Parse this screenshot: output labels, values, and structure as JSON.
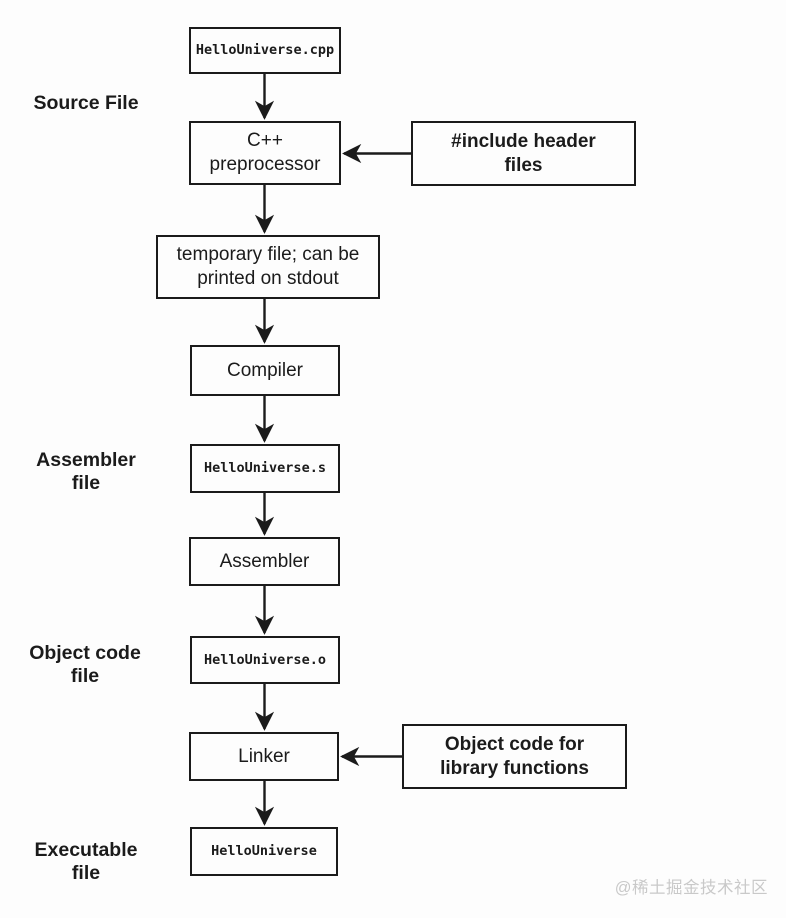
{
  "nodes": {
    "source_file": "HelloUniverse.cpp",
    "preprocessor": "C++\npreprocessor",
    "include_note": "#include header\nfiles",
    "temp_file": "temporary file; can be\nprinted on stdout",
    "compiler": "Compiler",
    "assembler_file": "HelloUniverse.s",
    "assembler": "Assembler",
    "object_file": "HelloUniverse.o",
    "linker": "Linker",
    "library_note": "Object code for\nlibrary functions",
    "executable": "HelloUniverse"
  },
  "stage_labels": {
    "source": "Source File",
    "assembler": "Assembler\nfile",
    "object_code": "Object code\nfile",
    "executable": "Executable\nfile"
  },
  "watermark": "@稀土掘金技术社区",
  "colors": {
    "line": "#1b1b1b",
    "background": "#fdfdfd",
    "watermark": "#c9c9c9"
  }
}
